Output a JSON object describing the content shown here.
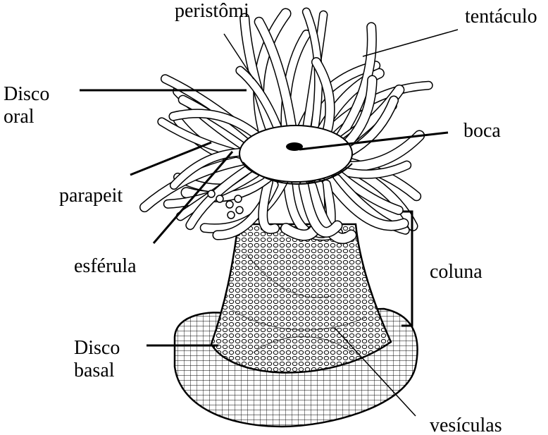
{
  "labels": {
    "peristomio": "peristômi",
    "tentaculo": "tentáculo",
    "disco_oral": [
      "Disco",
      "oral"
    ],
    "boca": "boca",
    "parapeito": "parapeit",
    "esferula": "esférula",
    "coluna": "coluna",
    "disco_basal": [
      "Disco",
      "basal"
    ],
    "vesiculas": "vesículas"
  },
  "colors": {
    "ink": "#000000",
    "background": "#ffffff"
  }
}
